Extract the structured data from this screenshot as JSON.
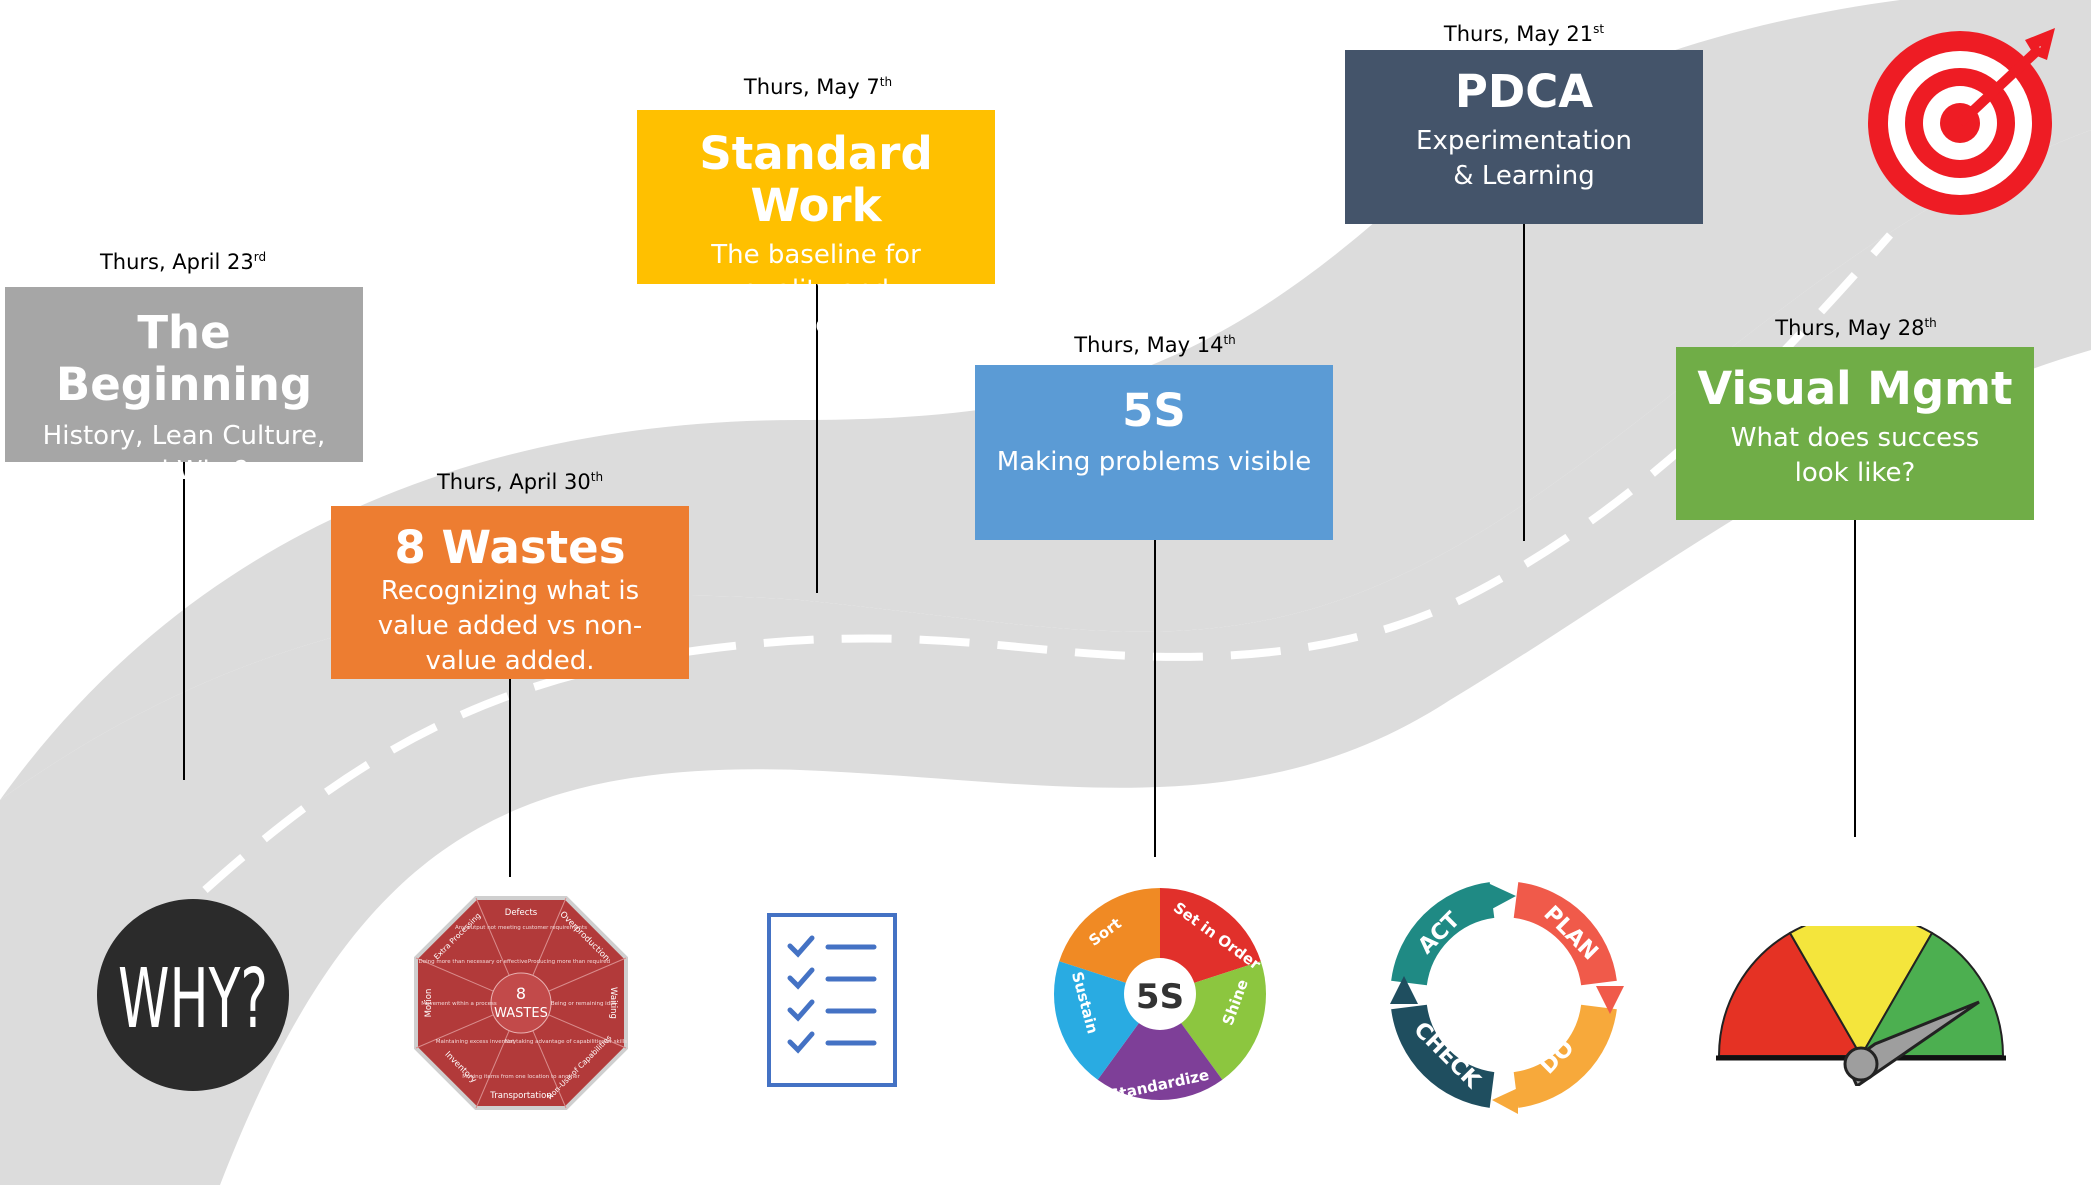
{
  "colors": {
    "road": "#dcdcdc",
    "dash": "#ffffff",
    "beginning": "#a6a6a6",
    "wastes": "#ed7d31",
    "standard_work": "#ffc000",
    "five_s": "#5b9bd5",
    "pdca": "#44546a",
    "visual_mgmt": "#70ad47"
  },
  "milestones": [
    {
      "date": "Thurs, April 23",
      "sup": "rd",
      "title": "The Beginning",
      "subtitle": "History, Lean Culture, and Why?",
      "icon": "why-icon"
    },
    {
      "date": "Thurs, April 30",
      "sup": "th",
      "title": "8 Wastes",
      "subtitle": "Recognizing what is value added vs non-value added.",
      "icon": "8-wastes-icon"
    },
    {
      "date": "Thurs, May 7",
      "sup": "th",
      "title": "Standard Work",
      "subtitle": "The baseline for quality and improvement.",
      "icon": "checklist-icon"
    },
    {
      "date": "Thurs, May 14",
      "sup": "th",
      "title": "5S",
      "subtitle": "Making problems visible",
      "icon": "5s-wheel-icon"
    },
    {
      "date": "Thurs, May 21",
      "sup": "st",
      "title": "PDCA",
      "subtitle": "Experimentation & Learning",
      "icon": "pdca-cycle-icon"
    },
    {
      "date": "Thurs, May 28",
      "sup": "th",
      "title": "Visual Mgmt",
      "subtitle": "What does success look like?",
      "icon": "gauge-icon"
    }
  ],
  "icons": {
    "why_text": "WHY?",
    "wastes": {
      "center_number": "8",
      "center_label": "WASTES",
      "segments": [
        "Defects",
        "Overproduction",
        "Waiting",
        "Non-Use of Capabilities",
        "Transportation",
        "Inventory",
        "Motion",
        "Extra Processing"
      ],
      "descriptions": [
        "Any output not meeting customer requirements",
        "Producing more than required",
        "Being or remaining idle",
        "Not taking advantage of capabilities or skills",
        "Moving items from one location to another",
        "Maintaining excess inventory",
        "Movement within a process",
        "Doing more than necessary or effective"
      ]
    },
    "five_s": {
      "center": "5S",
      "segments": [
        "Sort",
        "Set in Order",
        "Shine",
        "Standardize",
        "Sustain"
      ]
    },
    "pdca": [
      "PLAN",
      "DO",
      "CHECK",
      "ACT"
    ],
    "target": "target-icon"
  }
}
